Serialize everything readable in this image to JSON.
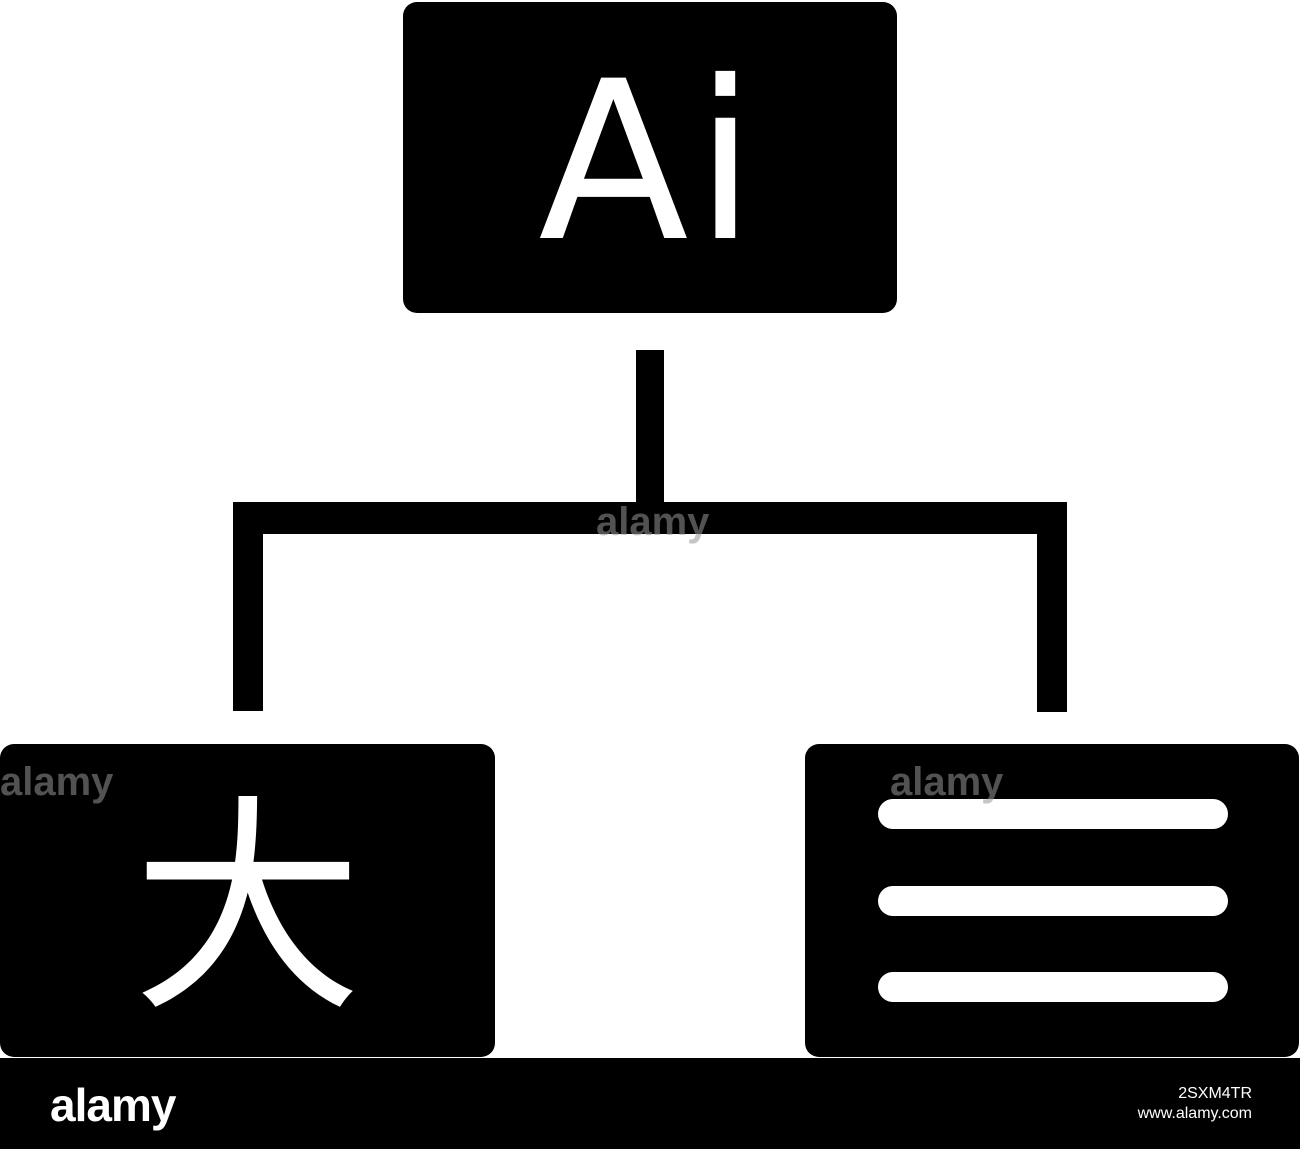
{
  "diagram": {
    "top_node": {
      "label": "Ai"
    },
    "left_node": {
      "label": "大"
    },
    "right_node": {
      "icon": "text-lines-icon",
      "line_count": 3
    }
  },
  "footer": {
    "logo": "alamy",
    "image_id": "2SXM4TR",
    "site": "www.alamy.com"
  },
  "watermark": {
    "text": "alamy"
  },
  "colors": {
    "foreground": "#000000",
    "background": "#ffffff",
    "glyph": "#ffffff"
  }
}
